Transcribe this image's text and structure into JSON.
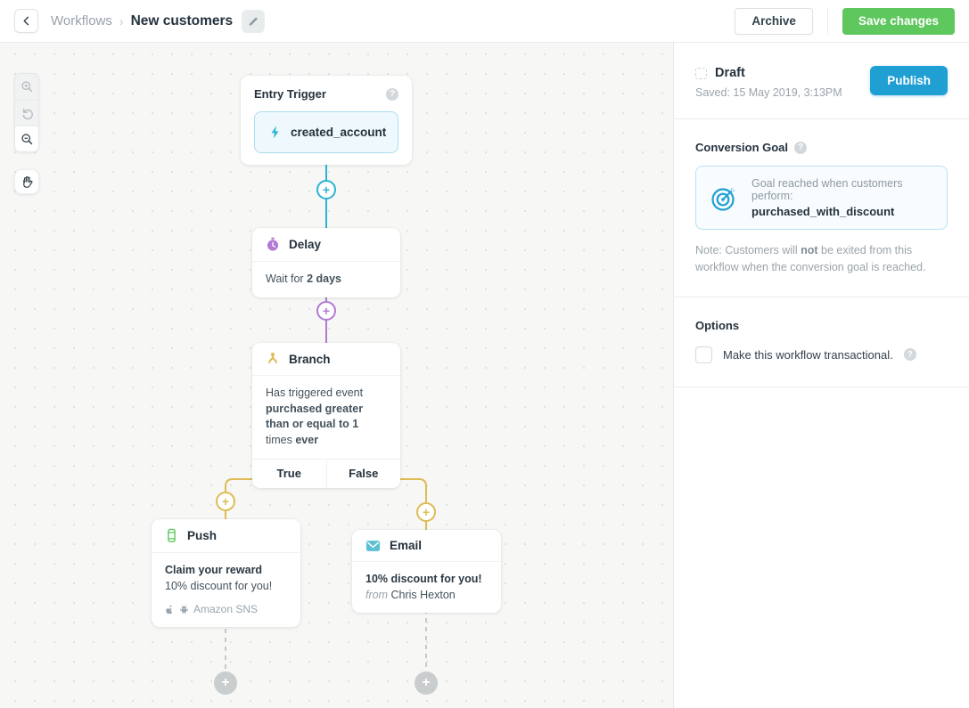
{
  "topbar": {
    "breadcrumb_parent": "Workflows",
    "breadcrumb_separator": "›",
    "title": "New customers",
    "archive_label": "Archive",
    "save_label": "Save changes"
  },
  "canvas": {
    "nodes": {
      "entry_trigger": {
        "title": "Entry Trigger",
        "event": "created_account"
      },
      "delay": {
        "title": "Delay",
        "wait_prefix": "Wait for ",
        "wait_value": "2 days"
      },
      "branch": {
        "title": "Branch",
        "condition_prefix": "Has triggered event ",
        "condition_bold": "purchased greater than or equal to 1",
        "condition_mid": " times ",
        "condition_suffix_bold": "ever",
        "true_label": "True",
        "false_label": "False"
      },
      "push": {
        "title": "Push",
        "message_title": "Claim your reward",
        "message_body": "10% discount for you!",
        "provider": "Amazon SNS"
      },
      "email": {
        "title": "Email",
        "subject": "10% discount for you!",
        "from_label": "from",
        "from_name": "Chris Hexton"
      }
    }
  },
  "sidebar": {
    "status": {
      "state": "Draft",
      "saved": "Saved: 15 May 2019, 3:13PM",
      "publish_label": "Publish"
    },
    "conversion_goal": {
      "heading": "Conversion Goal",
      "description": "Goal reached when customers perform:",
      "event": "purchased_with_discount",
      "note_prefix": "Note: Customers will ",
      "note_bold": "not",
      "note_suffix": " be exited from this workflow when the conversion goal is reached."
    },
    "options": {
      "heading": "Options",
      "transactional_label": "Make this workflow transactional."
    }
  },
  "colors": {
    "accent_teal": "#2bb3d4",
    "accent_purple": "#b279d6",
    "accent_gold": "#debb55",
    "accent_green": "#5ec75e",
    "publish_blue": "#209fd3",
    "save_green": "#5ec75e"
  }
}
